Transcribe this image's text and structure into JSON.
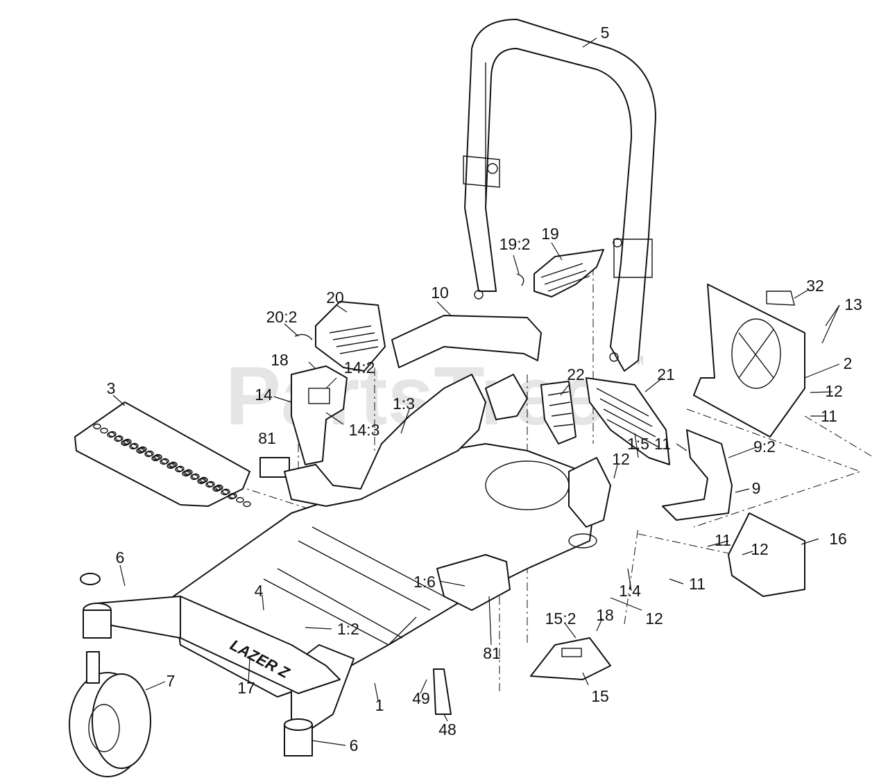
{
  "watermark": {
    "text": "PartsTree",
    "trademark": "TM"
  },
  "decal_text": "LAZER Z",
  "callouts": [
    {
      "id": "c5",
      "label": "5"
    },
    {
      "id": "c19-2",
      "label": "19:2"
    },
    {
      "id": "c19",
      "label": "19"
    },
    {
      "id": "c32",
      "label": "32"
    },
    {
      "id": "c13",
      "label": "13"
    },
    {
      "id": "c10",
      "label": "10"
    },
    {
      "id": "c20",
      "label": "20"
    },
    {
      "id": "c20-2",
      "label": "20:2"
    },
    {
      "id": "c2",
      "label": "2"
    },
    {
      "id": "c18a",
      "label": "18"
    },
    {
      "id": "c14-2",
      "label": "14:2"
    },
    {
      "id": "c22",
      "label": "22"
    },
    {
      "id": "c21",
      "label": "21"
    },
    {
      "id": "c12a",
      "label": "12"
    },
    {
      "id": "c3",
      "label": "3"
    },
    {
      "id": "c14",
      "label": "14"
    },
    {
      "id": "c1-3",
      "label": "1:3"
    },
    {
      "id": "c14-3",
      "label": "14:3"
    },
    {
      "id": "c11a",
      "label": "11"
    },
    {
      "id": "c81a",
      "label": "81"
    },
    {
      "id": "c1-5",
      "label": "1:5"
    },
    {
      "id": "c11b",
      "label": "11"
    },
    {
      "id": "c12b",
      "label": "12"
    },
    {
      "id": "c9-2",
      "label": "9:2"
    },
    {
      "id": "c9",
      "label": "9"
    },
    {
      "id": "c11c",
      "label": "11"
    },
    {
      "id": "c16",
      "label": "16"
    },
    {
      "id": "c12c",
      "label": "12"
    },
    {
      "id": "c6a",
      "label": "6"
    },
    {
      "id": "c1-6",
      "label": "1:6"
    },
    {
      "id": "c1-4",
      "label": "1:4"
    },
    {
      "id": "c11d",
      "label": "11"
    },
    {
      "id": "c4",
      "label": "4"
    },
    {
      "id": "c12d",
      "label": "12"
    },
    {
      "id": "c18b",
      "label": "18"
    },
    {
      "id": "c15-2",
      "label": "15:2"
    },
    {
      "id": "c1-2",
      "label": "1:2"
    },
    {
      "id": "c81b",
      "label": "81"
    },
    {
      "id": "c7",
      "label": "7"
    },
    {
      "id": "c17",
      "label": "17"
    },
    {
      "id": "c15",
      "label": "15"
    },
    {
      "id": "c49",
      "label": "49"
    },
    {
      "id": "c1",
      "label": "1"
    },
    {
      "id": "c48",
      "label": "48"
    },
    {
      "id": "c6b",
      "label": "6"
    }
  ]
}
